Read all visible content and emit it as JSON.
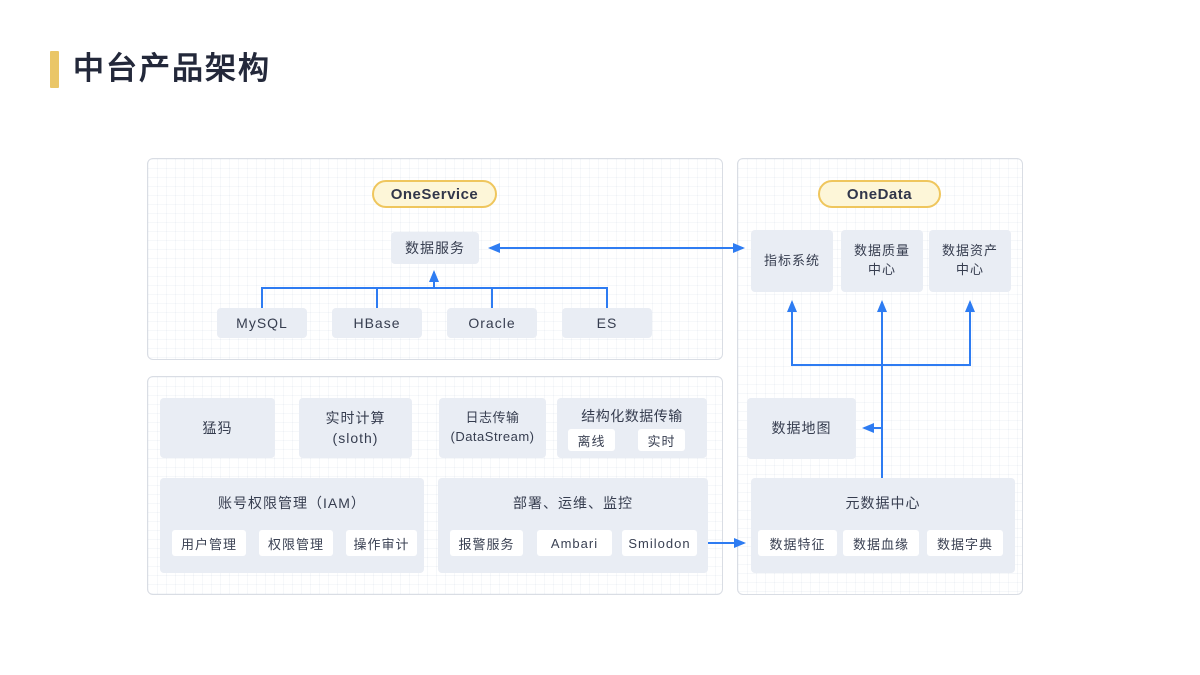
{
  "title": "中台产品架构",
  "colors": {
    "accent_gold": "#EAC667",
    "arrow_blue": "#2E7CF2",
    "box_fill": "#E9EDF4",
    "pill_fill": "#FDF6D8",
    "pill_border": "#EFC65D",
    "panel_border": "#D9DDE4"
  },
  "one_service": {
    "badge": "OneService",
    "service": "数据服务",
    "sources": [
      "MySQL",
      "HBase",
      "Oracle",
      "ES"
    ]
  },
  "one_data": {
    "badge": "OneData",
    "metrics": "指标系统",
    "quality": "数据质量\n中心",
    "asset": "数据资产\n中心",
    "data_map": "数据地图",
    "meta_center": {
      "title": "元数据中心",
      "items": [
        "数据特征",
        "数据血缘",
        "数据字典"
      ]
    }
  },
  "platform": {
    "mammoth": "猛犸",
    "realtime": "实时计算\n(sloth)",
    "log": "日志传输\n(DataStream)",
    "structured": {
      "title": "结构化数据传输",
      "items": [
        "离线",
        "实时"
      ]
    },
    "iam": {
      "title": "账号权限管理（IAM）",
      "items": [
        "用户管理",
        "权限管理",
        "操作审计"
      ]
    },
    "ops": {
      "title": "部署、运维、监控",
      "items": [
        "报警服务",
        "Ambari",
        "Smilodon"
      ]
    }
  }
}
